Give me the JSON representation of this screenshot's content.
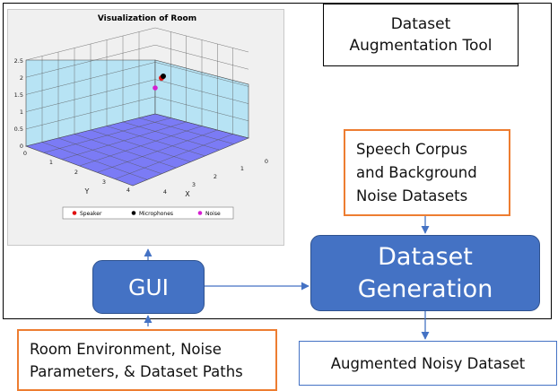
{
  "title_box": {
    "lines": "Dataset\nAugmentation Tool"
  },
  "inputs": {
    "speech_corpus": "Speech Corpus\nand Background\nNoise Datasets",
    "room_env": "Room Environment, Noise\nParameters, & Dataset Paths"
  },
  "gui": {
    "label": "GUI"
  },
  "generation": {
    "label": "Dataset\nGeneration"
  },
  "output": {
    "label": "Augmented Noisy Dataset"
  },
  "colors": {
    "process_blue": "#4472c4",
    "input_orange": "#ed7d31",
    "wall_cyan": "#b7e3f4",
    "floor_blue": "#7b7bf5"
  },
  "visualization": {
    "title": "Visualization of Room",
    "z_ticks": [
      "2.5",
      "2",
      "1.5",
      "1",
      "0.5",
      "0"
    ],
    "y_ticks": [
      "0",
      "1",
      "2",
      "3",
      "4"
    ],
    "x_ticks": [
      "0",
      "1",
      "2",
      "3",
      "4"
    ],
    "x_label": "X",
    "y_label": "Y",
    "legend": [
      {
        "label": "Speaker",
        "color": "#e01010"
      },
      {
        "label": "Microphones",
        "color": "#000000"
      },
      {
        "label": "Noise",
        "color": "#d51fd1"
      }
    ]
  }
}
